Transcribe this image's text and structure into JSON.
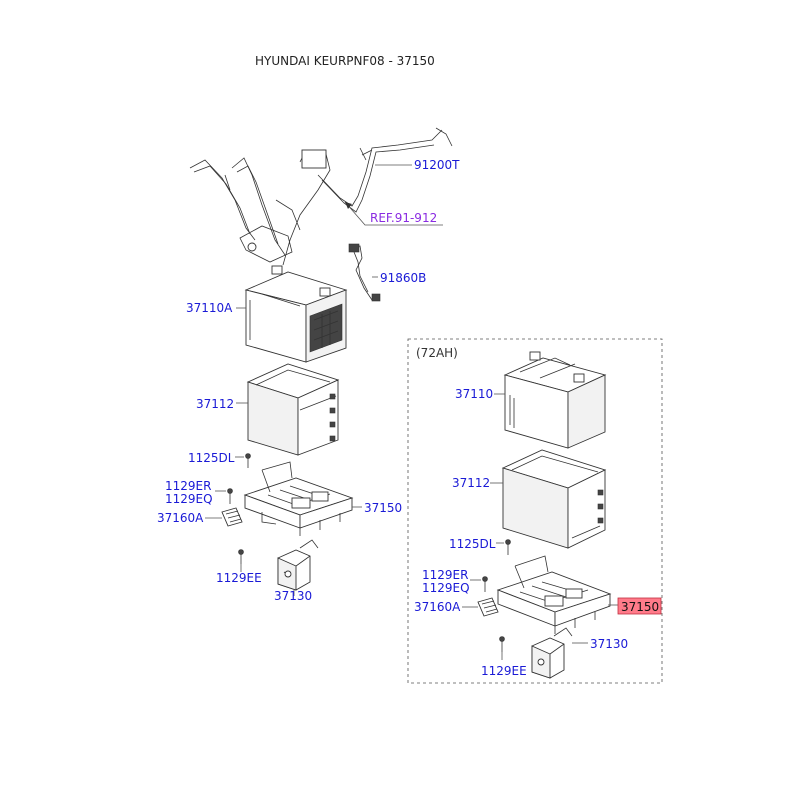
{
  "title": "HYUNDAI KEURPNF08 - 37150",
  "reference": "REF.91-912",
  "section_label": "(72AH)",
  "highlight_color": "#ff7b8a",
  "label_color": "#1a1ad6",
  "left_labels": {
    "p91200T": "91200T",
    "p91860B": "91860B",
    "p37110A": "37110A",
    "p37112": "37112",
    "p1125DL": "1125DL",
    "p1129ER": "1129ER",
    "p1129EQ": "1129EQ",
    "p37160A": "37160A",
    "p37150": "37150",
    "p1129EE": "1129EE",
    "p37130": "37130"
  },
  "right_labels": {
    "p37110": "37110",
    "p37112": "37112",
    "p1125DL": "1125DL",
    "p1129ER": "1129ER",
    "p1129EQ": "1129EQ",
    "p37160A": "37160A",
    "p37150": "37150",
    "p37130": "37130",
    "p1129EE": "1129EE"
  }
}
